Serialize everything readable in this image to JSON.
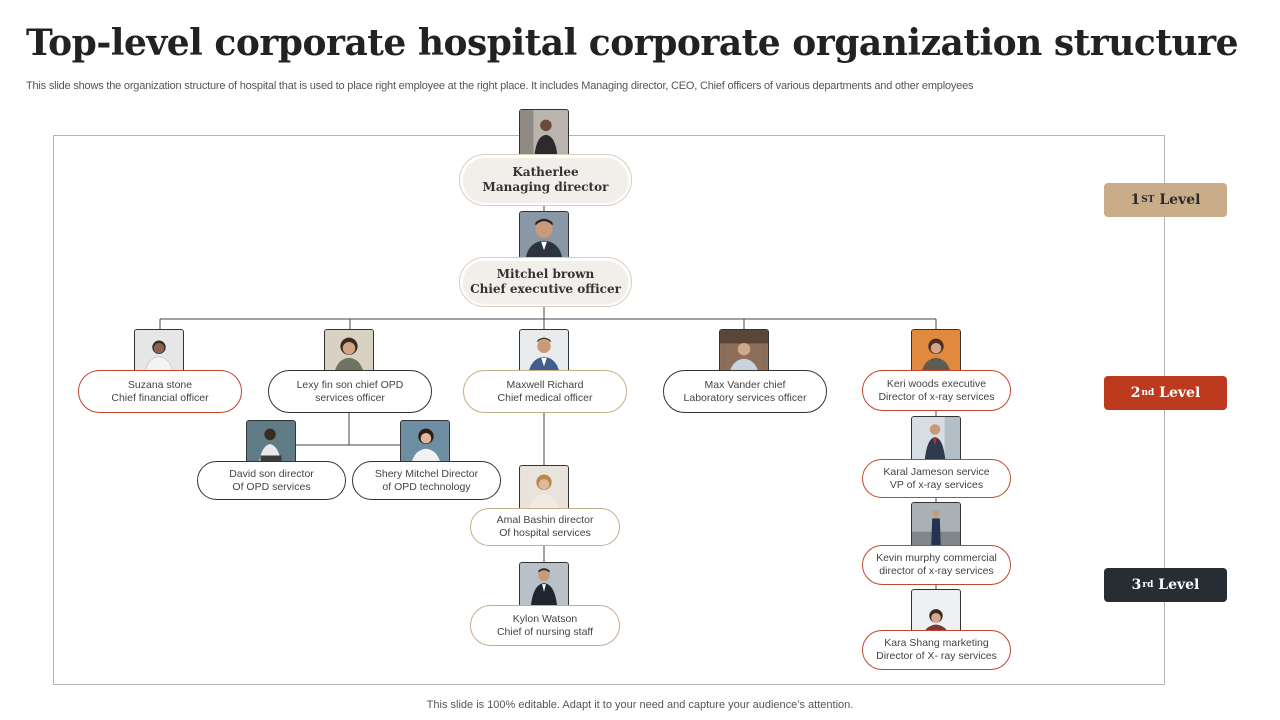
{
  "slide": {
    "title": "Top-level corporate hospital corporate organization structure",
    "subtitle": "This slide shows the organization structure of hospital that is used to place right employee at the right place. It includes Managing director, CEO, Chief officers of various departments and other employees",
    "footer": "This slide is 100% editable. Adapt it to your need and capture your audience’s attention."
  },
  "levels": [
    {
      "label": "1",
      "sup": "ST",
      "suffix": " Level",
      "color": "#c9ad8a"
    },
    {
      "label": "2",
      "sup": "nd",
      "suffix": " Level",
      "color": "#bd3a1f"
    },
    {
      "label": "3",
      "sup": "rd",
      "suffix": " Level",
      "color": "#262d33"
    }
  ],
  "people": {
    "katherlee": {
      "line1": "Katherlee",
      "line2": "Managing director"
    },
    "mitchel": {
      "line1": "Mitchel brown",
      "line2": "Chief executive officer"
    },
    "suzana": {
      "line1": "Suzana stone",
      "line2": "Chief financial officer"
    },
    "lexy": {
      "line1": "Lexy fin son chief OPD",
      "line2": "services officer"
    },
    "maxwell": {
      "line1": "Maxwell Richard",
      "line2": "Chief medical officer"
    },
    "max": {
      "line1": "Max Vander chief",
      "line2": "Laboratory services officer"
    },
    "keri": {
      "line1": "Keri woods executive",
      "line2": "Director of x-ray services"
    },
    "david": {
      "line1": "David son director",
      "line2": "Of OPD services"
    },
    "shery": {
      "line1": "Shery Mitchel Director",
      "line2": "of OPD technology"
    },
    "amal": {
      "line1": "Amal Bashin director",
      "line2": "Of hospital services"
    },
    "kylon": {
      "line1": "Kylon Watson",
      "line2": "Chief of nursing staff"
    },
    "karal": {
      "line1": "Karal Jameson service",
      "line2": "VP of x-ray services"
    },
    "kevin": {
      "line1": "Kevin murphy commercial",
      "line2": "director of x-ray services"
    },
    "kara": {
      "line1": "Kara Shang marketing",
      "line2": "Director of X- ray services"
    }
  }
}
